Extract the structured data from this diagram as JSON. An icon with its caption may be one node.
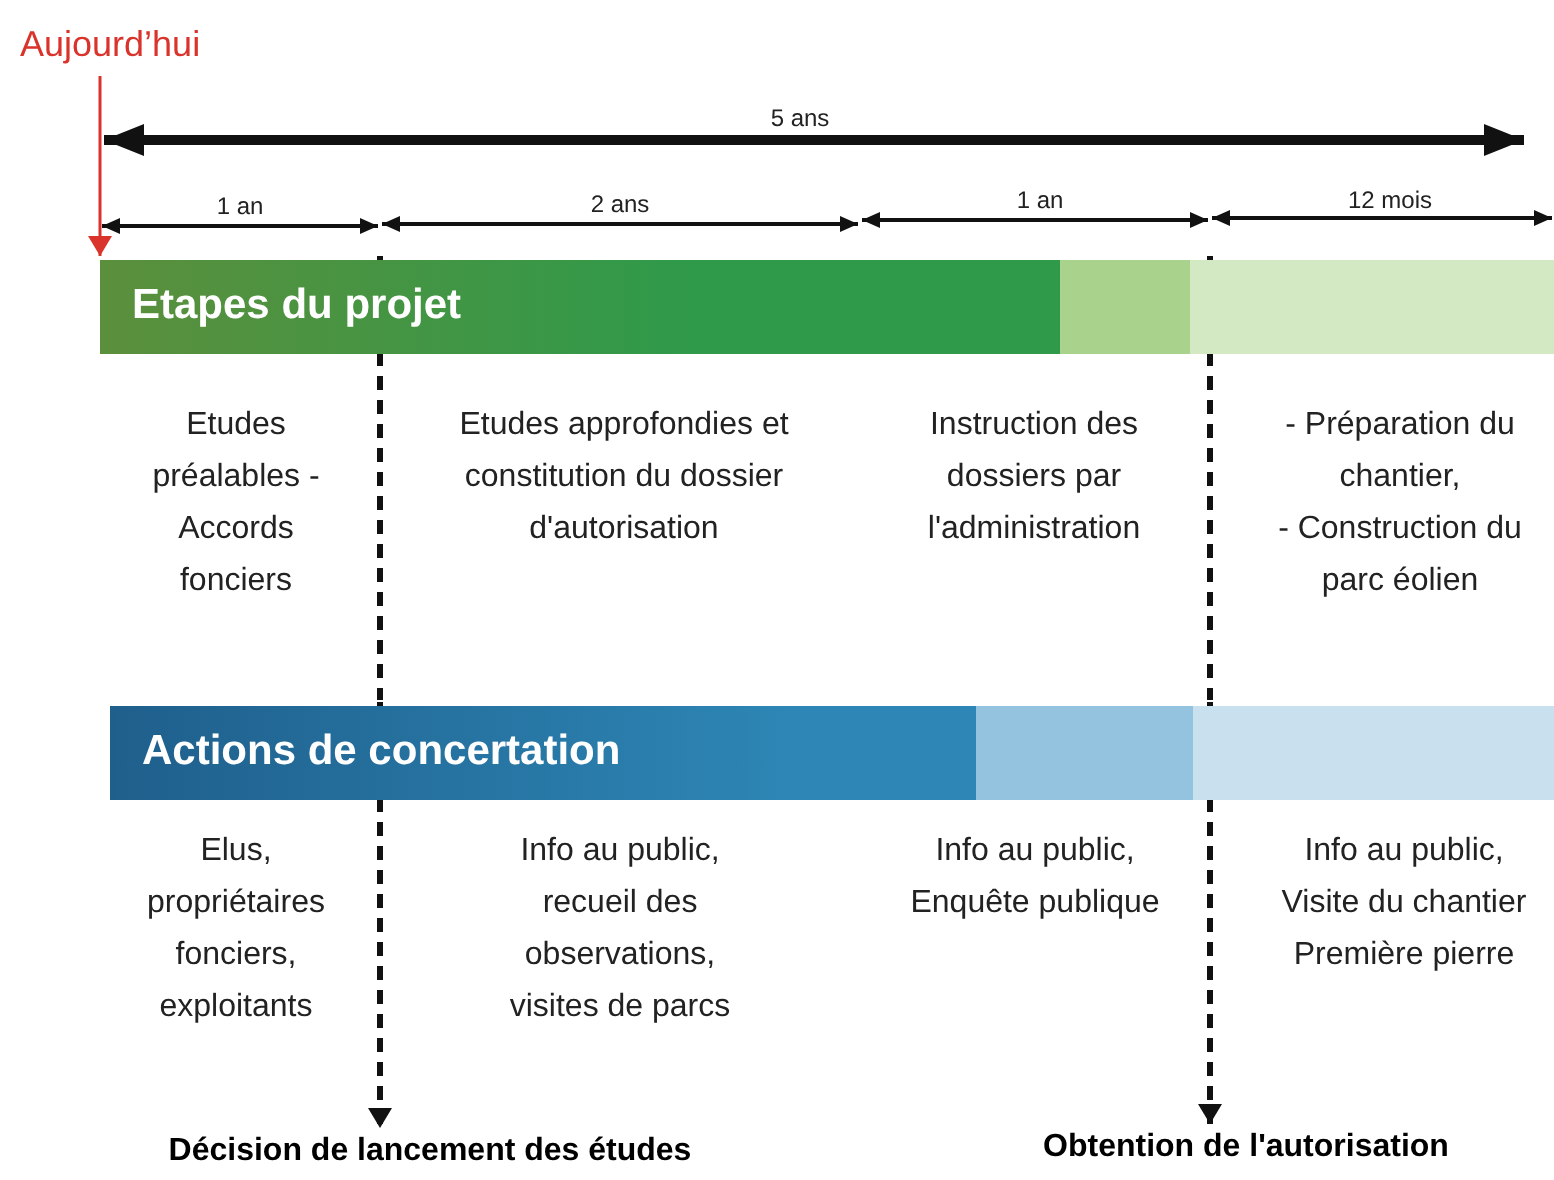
{
  "diagram": {
    "nodes": [
      {
        "text": [
          "Aujourd’hui"
        ]
      },
      {
        "text": [
          "Etapes du projet"
        ]
      },
      {
        "text": [
          "Actions de concertation"
        ]
      },
      {
        "text": [
          "Décision de lancement des études"
        ]
      },
      {
        "text": [
          "Obtention de l'autorisation"
        ]
      }
    ],
    "edges": [
      {
        "from": 0,
        "to": 1,
        "arrow": "to",
        "color": "#d9332b"
      },
      {
        "from": 2,
        "to": 3,
        "arrow": "to",
        "style": "dashed"
      },
      {
        "from": 2,
        "to": 4,
        "arrow": "to",
        "style": "dashed"
      }
    ],
    "labels": [
      "5 ans",
      "1 an",
      "2 ans",
      "1 an",
      "12 mois",
      "Etudes préalables - Accords fonciers",
      "Etudes approfondies et constitution du dossier d'autorisation",
      "Instruction des dossiers par l'administration",
      "- Préparation du chantier,",
      "- Construction du parc éolien",
      "Elus, propriétaires fonciers, exploitants",
      "Info au public, recueil des observations, visites de parcs",
      "Info au public, Enquête publique",
      "Info au public, Visite du chantier Première pierre"
    ]
  }
}
